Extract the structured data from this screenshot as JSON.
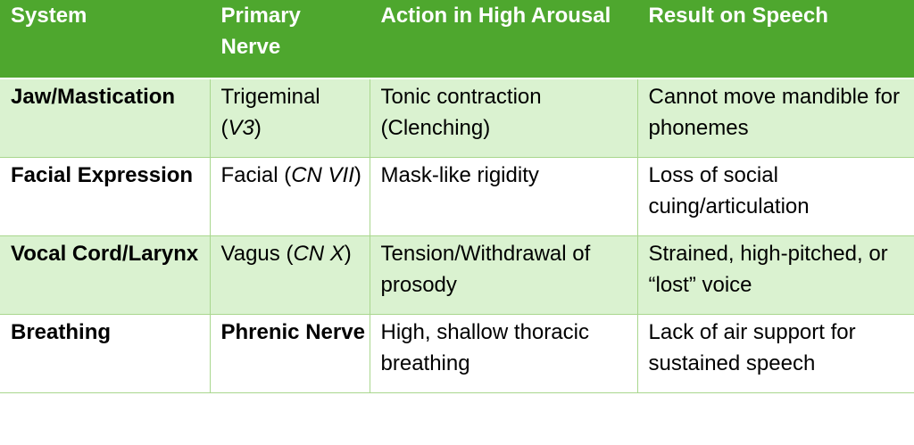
{
  "table": {
    "headers": [
      "System",
      "Primary Nerve",
      "Action in High Arousal",
      "Result on Speech"
    ],
    "rows": [
      {
        "system": "Jaw/Mastication",
        "nerve_plain": "Trigeminal (",
        "nerve_italic": "V3",
        "nerve_tail": ")",
        "action": "Tonic contraction (Clenching)",
        "result": "Cannot move mandible for phonemes"
      },
      {
        "system": "Facial Expression",
        "nerve_plain": "Facial (",
        "nerve_italic": "CN VII",
        "nerve_tail": ")",
        "action": "Mask-like rigidity",
        "result": "Loss of social cuing/articulation"
      },
      {
        "system": "Vocal Cord/Larynx",
        "nerve_plain": "Vagus (",
        "nerve_italic": "CN X",
        "nerve_tail": ")",
        "action": "Tension/Withdrawal of prosody",
        "result": "Strained, high-pitched, or “lost” voice"
      },
      {
        "system": "Breathing",
        "nerve_bold": "Phrenic Nerve",
        "action": "High, shallow thoracic breathing",
        "result": "Lack of air support for sustained speech"
      }
    ]
  },
  "colors": {
    "header_bg": "#4ea72e",
    "band_bg": "#daf2d0",
    "grid_line": "#a9d78e"
  }
}
